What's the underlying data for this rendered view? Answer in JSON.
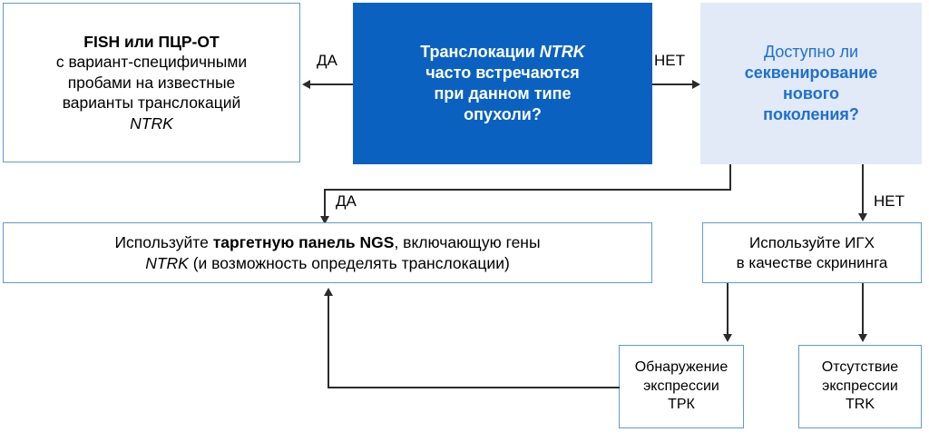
{
  "diagram": {
    "title": "NTRK testing algorithm flowchart",
    "colors": {
      "primary_blue": "#0B61BF",
      "light_blue_fill": "#E1EAF6",
      "box_border": "#5B9BD5",
      "link_text_blue": "#1F6FD0",
      "connector": "#2B2B2B"
    }
  },
  "nodes": {
    "fish_pcr": {
      "line1_bold": "FISH или ПЦР-ОТ",
      "line2": "с вариант-специфичными",
      "line3": "пробами на известные",
      "line4": "варианты транслокаций",
      "line5_italic": "NTRK"
    },
    "central_question": {
      "line1_a": "Транслокации ",
      "line1_gene": "NTRK",
      "line2": "часто встречаются",
      "line3": "при данном типе",
      "line4": "опухоли?"
    },
    "ngs_question": {
      "line1": "Доступно ли",
      "line2_bold": "секвенирование",
      "line3_bold": "нового",
      "line4_bold": "поколения?"
    },
    "targeted_panel": {
      "line1_a": "Используйте ",
      "line1_bold": "таргетную панель NGS",
      "line1_b": ", включающую гены",
      "line2_gene": "NTRK",
      "line2_rest": " (и возможность определять транслокации)"
    },
    "ihc_screening": {
      "line1": "Используйте ИГХ",
      "line2": "в качестве скрининга"
    },
    "trk_detected": {
      "line1": "Обнаружение",
      "line2": "экспрессии",
      "line3": "ТРК"
    },
    "trk_absent": {
      "line1": "Отсутствие",
      "line2": "экспрессии",
      "line3": "TRK"
    }
  },
  "edges": {
    "yes_left": "ДА",
    "no_right": "НЕТ",
    "yes_down": "ДА",
    "no_down": "НЕТ"
  }
}
